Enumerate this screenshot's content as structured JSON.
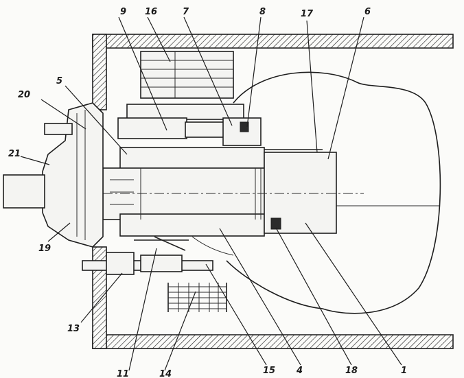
{
  "diagram": {
    "callouts": [
      {
        "id": "c9",
        "text": "9"
      },
      {
        "id": "c16",
        "text": "16"
      },
      {
        "id": "c7",
        "text": "7"
      },
      {
        "id": "c8",
        "text": "8"
      },
      {
        "id": "c17",
        "text": "17"
      },
      {
        "id": "c6",
        "text": "6"
      },
      {
        "id": "c5",
        "text": "5"
      },
      {
        "id": "c20",
        "text": "20"
      },
      {
        "id": "c21",
        "text": "21"
      },
      {
        "id": "c19",
        "text": "19"
      },
      {
        "id": "c13",
        "text": "13"
      },
      {
        "id": "c11",
        "text": "11"
      },
      {
        "id": "c14",
        "text": "14"
      },
      {
        "id": "c15",
        "text": "15"
      },
      {
        "id": "c4",
        "text": "4"
      },
      {
        "id": "c18",
        "text": "18"
      },
      {
        "id": "c1",
        "text": "1"
      }
    ]
  }
}
